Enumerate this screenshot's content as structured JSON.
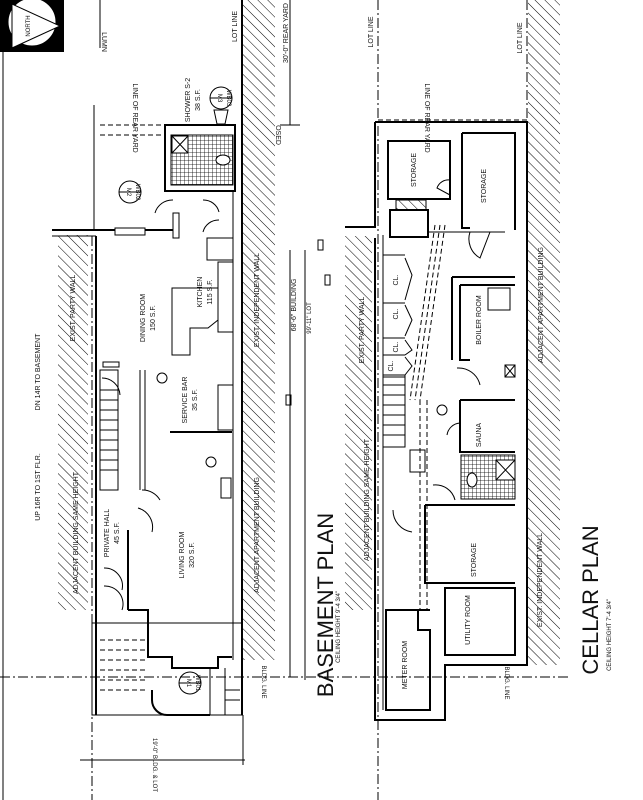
{
  "north_arrow": {
    "label": "NORTH"
  },
  "basement": {
    "title": "BASEMENT PLAN",
    "ceiling_height": "CEILING HEIGHT 9'-4 3/4\"",
    "stair_down": "DN 14R TO BASEMENT",
    "stair_up": "UP 16R TO 1ST FLR.",
    "party_wall": "EXIST. PARTY WALL",
    "adjacent_same_height": "ADJACENT BUILDING SAME HEIGHT",
    "independent_wall": "EXIST. INDEPENDENT WALL",
    "adjacent_apartment": "ADJACENT APARTMENT BUILDING",
    "line_of_rear_yard": "LINE OF REAR YARD",
    "lot_line": "LOT LINE",
    "column_note": "LUMN",
    "proposed_note": "OSED",
    "bldg_line": "BLDG. LINE",
    "rooms": [
      {
        "name": "DINING ROOM",
        "area": "150 S.F."
      },
      {
        "name": "KITCHEN",
        "area": "115 S.F."
      },
      {
        "name": "SERVICE BAR",
        "area": "35 S.F."
      },
      {
        "name": "PRIVATE HALL",
        "area": "45 S.F."
      },
      {
        "name": "LIVING ROOM",
        "area": "320 S.F."
      },
      {
        "name": "SHOWER S-2",
        "area": "38 S.F."
      }
    ],
    "tags": [
      {
        "top": "M3",
        "bottom": "WB03"
      },
      {
        "top": "M2",
        "bottom": "WB02"
      },
      {
        "top": "M1",
        "bottom": "WB01"
      }
    ],
    "dimensions": {
      "rear_yard": "30'-0\" REAR YARD",
      "building": "68'-6\" BUILDING",
      "lot": "99'-11\" LOT",
      "width": "19'-0\" BLDG. & LOT"
    }
  },
  "cellar": {
    "title": "CELLAR PLAN",
    "ceiling_height": "CEILING HEIGHT 7'-4 3/4\"",
    "line_of_rear_yard": "LINE OF REAR YARD",
    "lot_line_left": "LOT LINE",
    "lot_line_right": "LOT LINE",
    "party_wall": "EXIST. PARTY WALL",
    "adjacent_apartment": "ADJACENT APARTMENT BUILDING",
    "adjacent_same_height": "ADJACENT BUILDING SAME HEIGHT",
    "independent_wall": "EXIST. INDEPENDENT WALL",
    "bldg_line": "BLDG. LINE",
    "rooms": {
      "storage_1": "STORAGE",
      "storage_2": "STORAGE",
      "storage_3": "STORAGE",
      "closets": [
        "CL.",
        "CL.",
        "CL.",
        "CL."
      ],
      "boiler": "BOILER ROOM",
      "sauna": "SAUNA",
      "utility": "UTILITY ROOM",
      "meter": "METER ROOM"
    }
  }
}
